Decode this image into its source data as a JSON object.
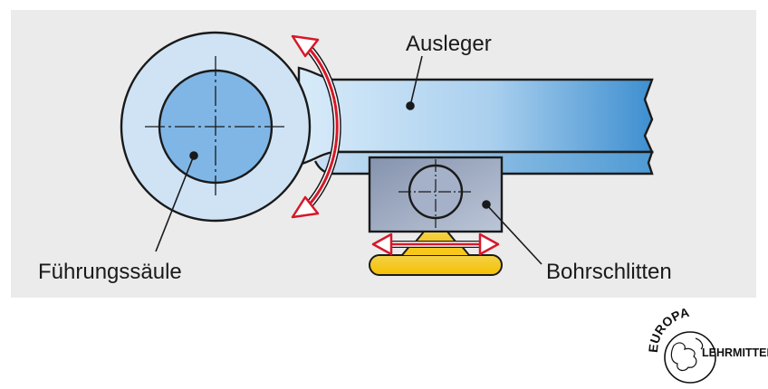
{
  "labels": {
    "arm": "Ausleger",
    "column": "Führungssäule",
    "slide": "Bohrschlitten"
  },
  "logo": {
    "top": "EUROPA",
    "right": "LEHRMITTEL"
  },
  "colors": {
    "panel": "#ebebeb",
    "column_outer": "#cfe3f5",
    "column_inner": "#7fb6e6",
    "arm_light": "#d4e8f8",
    "arm_dark": "#3e8fd0",
    "slide": "#9aa8c2",
    "arrow": "#d6182a",
    "rail": "#f6c81a"
  }
}
